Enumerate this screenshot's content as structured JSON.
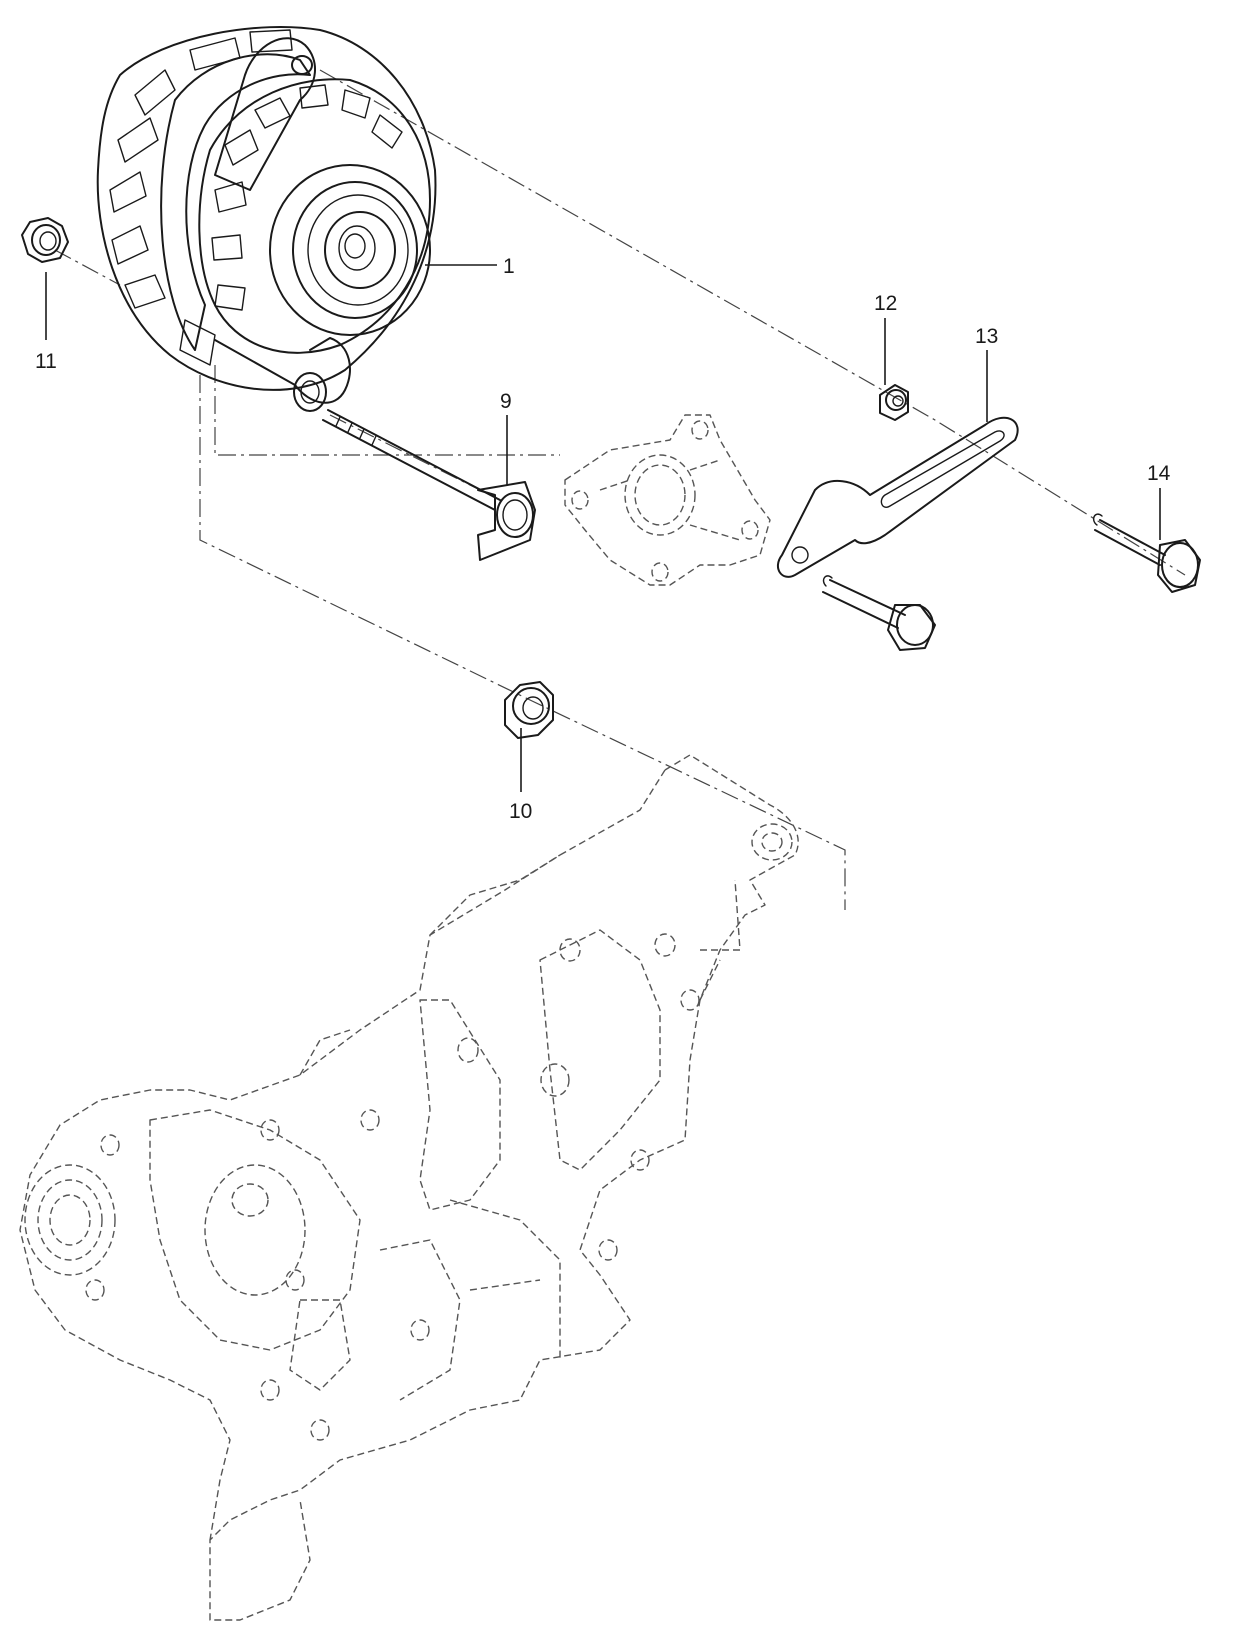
{
  "callouts": {
    "part_1": "1",
    "part_9": "9",
    "part_10": "10",
    "part_11": "11",
    "part_12": "12",
    "part_13": "13",
    "part_14": "14"
  },
  "colors": {
    "line": "#1a1a1a",
    "phantom_line": "#555555",
    "background": "#ffffff"
  }
}
